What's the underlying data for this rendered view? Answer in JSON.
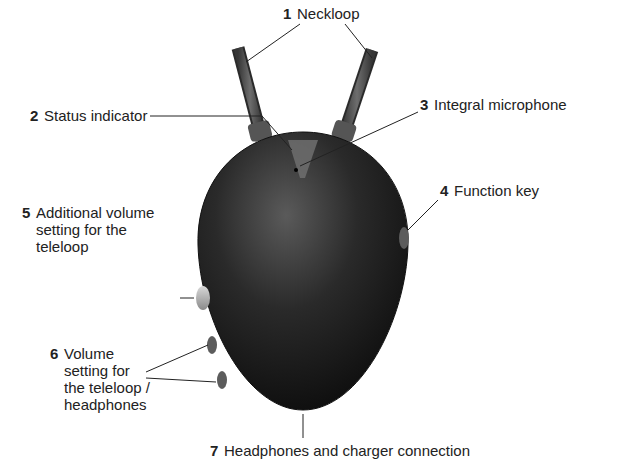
{
  "diagram": {
    "labels": [
      "1",
      "Neckloop",
      "2",
      "Status indicator",
      "3",
      "Integral microphone",
      "4",
      "Function key",
      "5",
      "Additional volume setting for the teleloop",
      "6",
      "Volume setting for the teleloop / headphones",
      "7",
      "Headphones and charger connection"
    ]
  }
}
